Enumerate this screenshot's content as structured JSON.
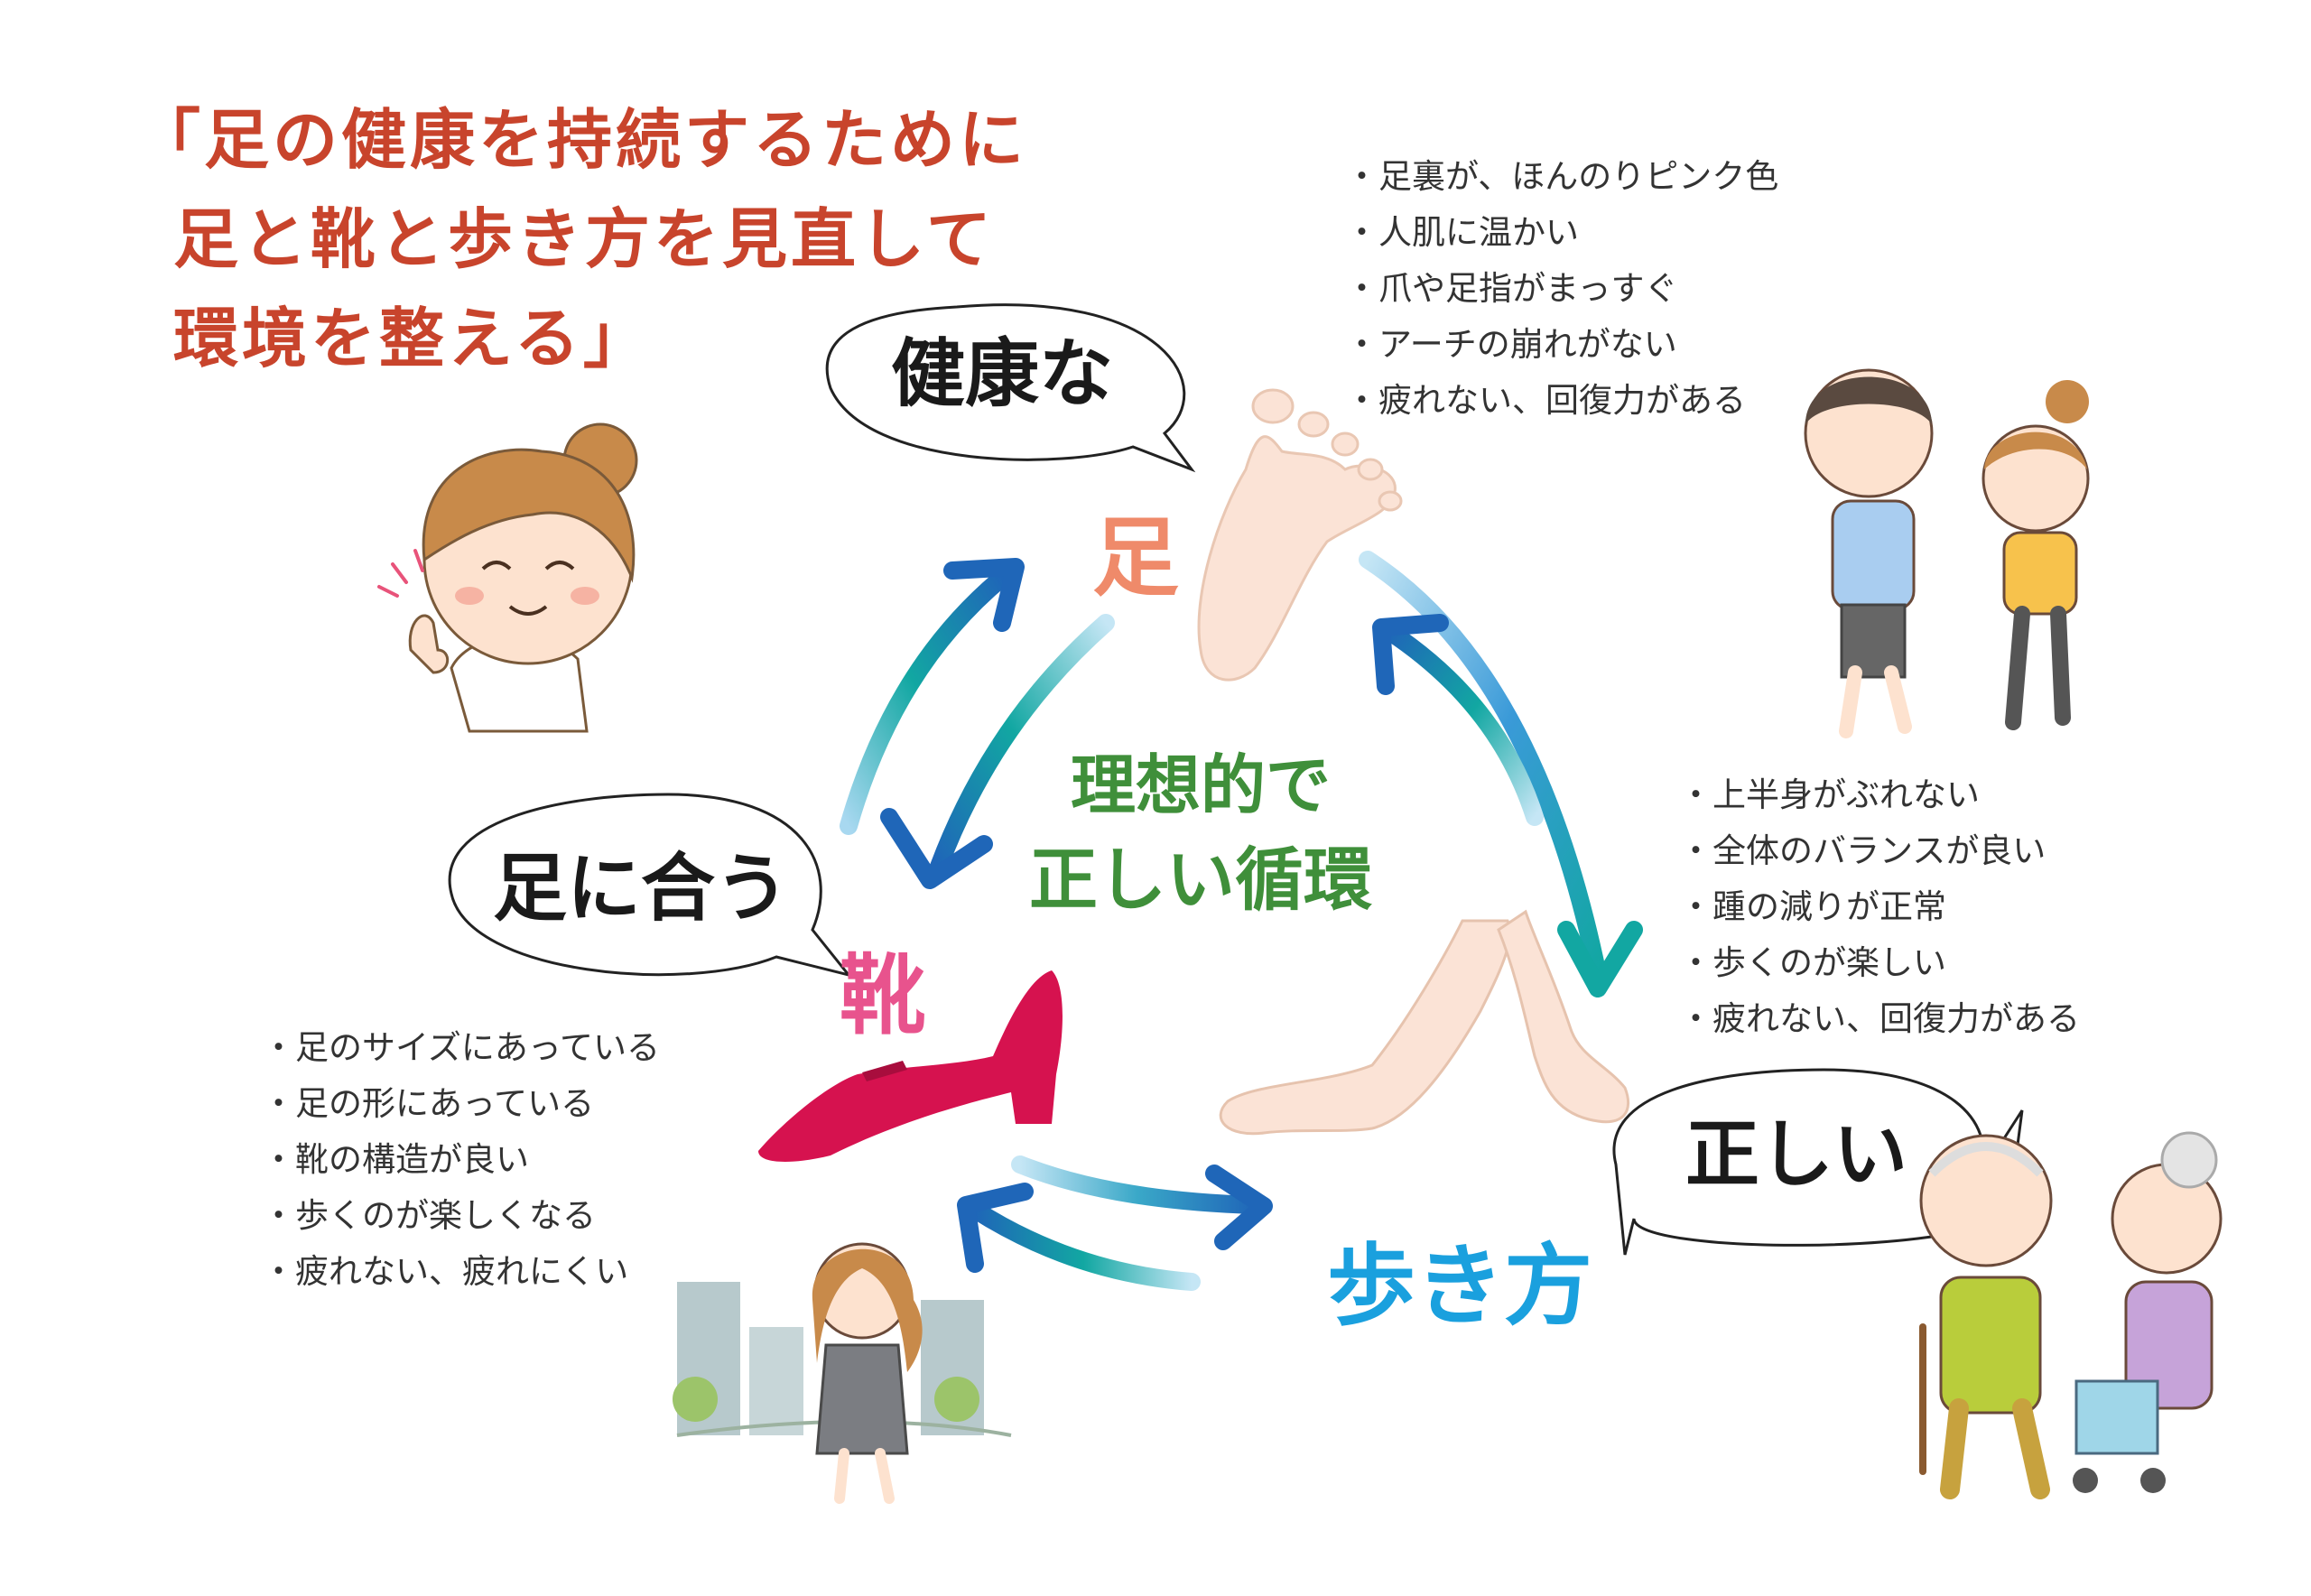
{
  "title": {
    "lines": [
      "「足の健康を持続するために",
      "足と靴と歩き方を見直して",
      "環境を整える」"
    ],
    "color": "#c8442c"
  },
  "center": {
    "lines": [
      "理想的で",
      "正しい循環"
    ],
    "color": "#3f8f3a"
  },
  "nodes": {
    "foot": {
      "bubble": "健康な",
      "label": "足",
      "label_color": "#ef8a6a",
      "bullets": [
        "足裏が、ほんのりピンク色",
        "人肌に温かい",
        "爪や足指がまっすぐ",
        "アーチの崩れがない",
        "疲れない、回復力がある"
      ]
    },
    "shoe": {
      "bubble": "足に合う",
      "label": "靴",
      "label_color": "#e8538d",
      "bullets": [
        "足のサイズにあっている",
        "足の形にあっている",
        "靴の構造が良い",
        "歩くのが楽しくなる",
        "疲れない、疲れにくい"
      ]
    },
    "walk": {
      "bubble": "正しい",
      "label": "歩き方",
      "label_color": "#1aa0de",
      "bullets": [
        "上半身がぶれない",
        "全体のバランスが良い",
        "踵の減りが正常",
        "歩くのが楽しい",
        "疲れない、回復力がある"
      ]
    }
  },
  "colors": {
    "arrow_dark": "#1f66b8",
    "arrow_teal": "#12a7a2",
    "arrow_light": "#a8d8f0",
    "shoe_red": "#d6124f",
    "skin": "#fbe3d6"
  },
  "icons": [
    "nurse-pointing-icon",
    "walking-couple-icon",
    "business-woman-icon",
    "elderly-couple-icon",
    "bare-foot-icon",
    "red-pump-shoe-icon",
    "walking-legs-icon"
  ]
}
